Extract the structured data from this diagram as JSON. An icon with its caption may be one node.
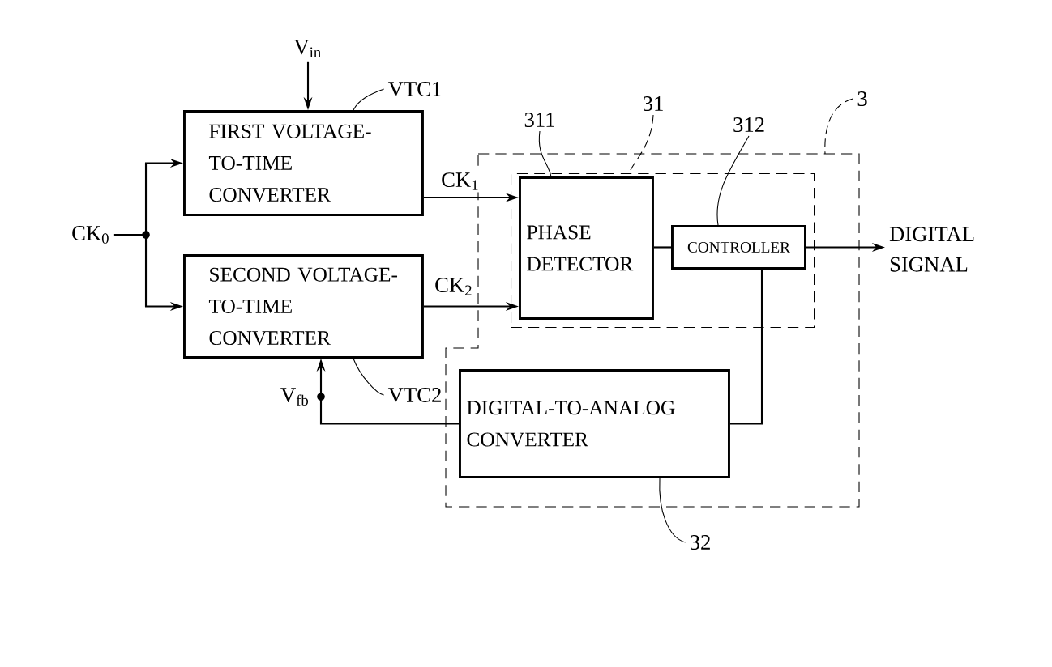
{
  "diagram": {
    "nodes": [
      {
        "text": [
          "V$_{in}$"
        ]
      },
      {
        "text": [
          "CK$_{0}$"
        ]
      },
      {
        "text": [
          "FIRST VOLTAGE-TO-TIME CONVERTER"
        ]
      },
      {
        "text": [
          "SECOND VOLTAGE-TO-TIME CONVERTER"
        ]
      },
      {
        "text": [],
        "shape": "box"
      },
      {
        "text": [],
        "shape": "box",
        "in": 4
      },
      {
        "text": [
          "PHASE DETECTOR"
        ],
        "in": 5
      },
      {
        "text": [
          "CONTROLLER"
        ],
        "in": 5
      },
      {
        "text": [
          "DIGITAL-TO-ANALOG CONVERTER"
        ],
        "in": 4
      },
      {
        "text": [
          "DIGITAL SIGNAL"
        ]
      },
      {
        "text": [
          "VTC1"
        ]
      },
      {
        "text": [
          "VTC2"
        ]
      },
      {
        "text": [
          "311"
        ]
      },
      {
        "text": [
          "31"
        ]
      },
      {
        "text": [
          "312"
        ]
      },
      {
        "text": [
          "3"
        ]
      },
      {
        "text": [
          "32"
        ]
      }
    ],
    "edges": [
      {
        "from": 0,
        "to": 2,
        "arrow": "to"
      },
      {
        "from": 1,
        "to": 2,
        "arrow": "to"
      },
      {
        "from": 1,
        "to": 3,
        "arrow": "to"
      },
      {
        "from": 2,
        "to": 6,
        "arrow": "to",
        "label": "CK$_{1}$"
      },
      {
        "from": 3,
        "to": 6,
        "arrow": "to",
        "label": "CK$_{2}$"
      },
      {
        "from": 6,
        "to": 7,
        "arrow": "none"
      },
      {
        "from": 7,
        "to": 9,
        "arrow": "to"
      },
      {
        "from": 7,
        "to": 8,
        "arrow": "none"
      },
      {
        "from": 8,
        "to": 3,
        "arrow": "to",
        "label": "V$_{fb}$"
      },
      {
        "from": 10,
        "to": 2,
        "arrow": "none"
      },
      {
        "from": 11,
        "to": 3,
        "arrow": "none"
      },
      {
        "from": 12,
        "to": 6,
        "arrow": "none"
      },
      {
        "from": 13,
        "to": 5,
        "arrow": "none",
        "style": "dashed"
      },
      {
        "from": 14,
        "to": 7,
        "arrow": "none"
      },
      {
        "from": 15,
        "to": 4,
        "arrow": "none",
        "style": "dashed"
      },
      {
        "from": 16,
        "to": 8,
        "arrow": "none"
      }
    ]
  }
}
